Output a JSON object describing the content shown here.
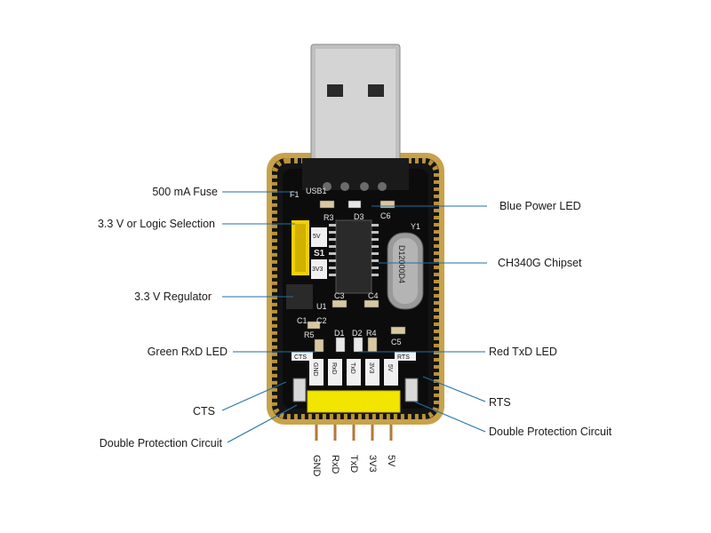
{
  "labels_left": {
    "fuse": "500 mA Fuse",
    "logic": "3.3 V or  Logic Selection",
    "regulator": "3.3 V Regulator",
    "rxd_led": "Green RxD LED",
    "cts": "CTS",
    "protection_left": "Double Protection Circuit"
  },
  "labels_right": {
    "power_led": "Blue Power LED",
    "chipset": "CH340G Chipset",
    "txd_led": "Red TxD LED",
    "rts": "RTS",
    "protection_right": "Double Protection Circuit"
  },
  "pins": [
    "GND",
    "RxD",
    "TxD",
    "3V3",
    "5V"
  ],
  "silkscreen": {
    "f1": "F1",
    "usb1": "USB1",
    "r3": "R3",
    "d3": "D3",
    "c6": "C6",
    "y1": "Y1",
    "s1": "S1",
    "sel_5v": "5V",
    "sel_3v3": "3V3",
    "u1": "U1",
    "c1": "C1",
    "c2": "C2",
    "c3": "C3",
    "c4": "C4",
    "c5": "C5",
    "r5": "R5",
    "r4": "R4",
    "d1": "D1",
    "d2": "D2",
    "cts": "CTS",
    "rts": "RTS",
    "hdr_gnd": "GND",
    "hdr_rxd": "RxD",
    "hdr_txd": "TxD",
    "hdr_3v3": "3V3",
    "hdr_5v": "5V",
    "crystal": "D12000D4"
  },
  "colors": {
    "pcb": "#111111",
    "gold": "#c8a24a",
    "header": "#f2e600",
    "usb": "#b8b8b8",
    "line": "#1e6fa8"
  }
}
